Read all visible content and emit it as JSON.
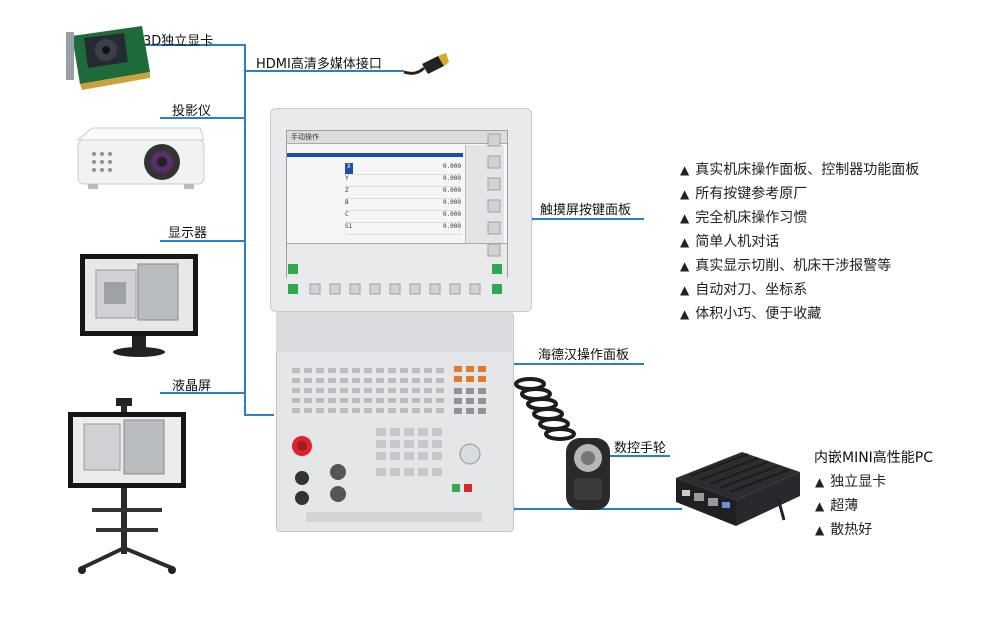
{
  "labels": {
    "gpu": "3D独立显卡",
    "hdmi": "HDMI高清多媒体接口",
    "projector": "投影仪",
    "monitor": "显示器",
    "lcd": "液晶屏",
    "touch_panel": "触摸屏按键面板",
    "heidenhain_panel": "海德汉操作面板",
    "handwheel": "数控手轮",
    "mini_pc": "内嵌MINI高性能PC"
  },
  "features": [
    "真实机床操作面板、控制器功能面板",
    "所有按键参考原厂",
    "完全机床操作习惯",
    "简单人机对话",
    "真实显示切削、机床干涉报警等",
    "自动对刀、坐标系",
    "体积小巧、便于收藏"
  ],
  "pc_features": [
    "独立显卡",
    "超薄",
    "散热好"
  ],
  "bullet_symbol": "▲",
  "screen": {
    "title": "手动操作",
    "axes": [
      {
        "name": "X",
        "value": "0.000"
      },
      {
        "name": "Y",
        "value": "0.000"
      },
      {
        "name": "Z",
        "value": "0.000"
      },
      {
        "name": "B",
        "value": "0.000"
      },
      {
        "name": "C",
        "value": "0.000"
      },
      {
        "name": "S1",
        "value": "0.000"
      }
    ]
  },
  "colors": {
    "line": "#2c7fc4",
    "screen_bar": "#1f4fa8",
    "softkey_green": "#2fa84f"
  }
}
